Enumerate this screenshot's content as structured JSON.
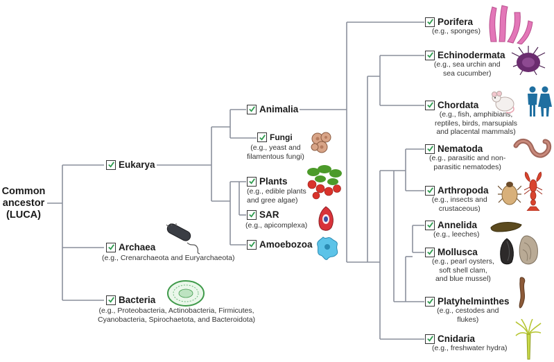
{
  "root": {
    "label": "Common\nancestor\n(LUCA)"
  },
  "domains": {
    "eukarya": {
      "label": "Eukarya"
    },
    "archaea": {
      "label": "Archaea",
      "example": "(e.g., Crenarchaeota and Euryarchaeota)"
    },
    "bacteria": {
      "label": "Bacteria",
      "example": "(e.g., Proteobacteria, Actinobacteria, Firmicutes,\nCyanobacteria, Spirochaetota, and Bacteroidota)"
    }
  },
  "eukarya_groups": {
    "animalia": {
      "label": "Animalia"
    },
    "fungi": {
      "label": "Fungi",
      "example": "(e.g., yeast and\nfilamentous fungi)"
    },
    "plants": {
      "label": "Plants",
      "example": "(e.g., edible plants\nand gree algae)"
    },
    "sar": {
      "label": "SAR",
      "example": "(e.g., apicomplexa)"
    },
    "amoebozoa": {
      "label": "Amoebozoa"
    }
  },
  "phyla": {
    "porifera": {
      "label": "Porifera",
      "example": "(e.g., sponges)"
    },
    "echinodermata": {
      "label": "Echinodermata",
      "example": "(e.g., sea urchin and\nsea cucumber)"
    },
    "chordata": {
      "label": "Chordata",
      "example": "(e.g., fish, amphibians,\nreptiles, birds, marsupials\nand placental mammals)"
    },
    "nematoda": {
      "label": "Nematoda",
      "example": "(e.g., parasitic and non-\nparasitic nematodes)"
    },
    "arthropoda": {
      "label": "Arthropoda",
      "example": "(e.g., insects and\ncrustaceous)"
    },
    "annelida": {
      "label": "Annelida",
      "example": "(e.g., leeches)"
    },
    "mollusca": {
      "label": "Mollusca",
      "example": "(e.g., pearl oysters,\nsoft shell clam,\nand blue mussel)"
    },
    "platyhelminthes": {
      "label": "Platyhelminthes",
      "example": "(e.g., cestodes and\nflukes)"
    },
    "cnidaria": {
      "label": "Cnidaria",
      "example": "(e.g., freshwater hydra)"
    }
  },
  "colors": {
    "line": "#8a8f9c",
    "check": "#2e9b4e",
    "icon_blue": "#1f6fa0"
  },
  "icons": [
    "sponge-icon",
    "sea-urchin-icon",
    "mouse-icon",
    "people-icon",
    "worm-icon",
    "tick-icon",
    "lobster-icon",
    "leech-icon",
    "mussel-icon",
    "oyster-icon",
    "flatworm-icon",
    "hydra-icon",
    "yeast-icon",
    "tomato-plant-icon",
    "apicomplexa-icon",
    "amoeba-icon",
    "bacillus-icon",
    "bacteria-colony-icon"
  ]
}
